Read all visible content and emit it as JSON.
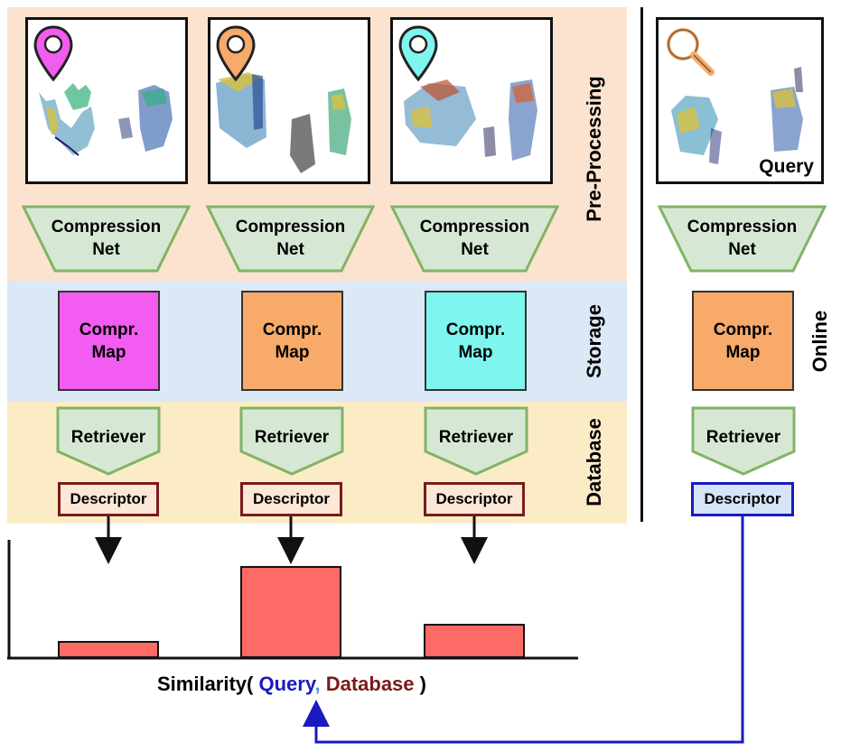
{
  "rows": {
    "preprocessing": "Pre-Processing",
    "storage": "Storage",
    "database": "Database",
    "online": "Online"
  },
  "database_columns": [
    {
      "pin_color": "#f25cf0",
      "net_label_1": "Compression",
      "net_label_2": "Net",
      "map_label_1": "Compr.",
      "map_label_2": "Map",
      "map_color": "#f25cf0",
      "retriever_label": "Retriever",
      "descriptor_label": "Descriptor"
    },
    {
      "pin_color": "#f7aa6a",
      "net_label_1": "Compression",
      "net_label_2": "Net",
      "map_label_1": "Compr.",
      "map_label_2": "Map",
      "map_color": "#f7aa6a",
      "retriever_label": "Retriever",
      "descriptor_label": "Descriptor"
    },
    {
      "pin_color": "#7ff5f0",
      "net_label_1": "Compression",
      "net_label_2": "Net",
      "map_label_1": "Compr.",
      "map_label_2": "Map",
      "map_color": "#7ff5f0",
      "retriever_label": "Retriever",
      "descriptor_label": "Descriptor"
    }
  ],
  "query_column": {
    "scan_label": "Query",
    "net_label_1": "Compression",
    "net_label_2": "Net",
    "map_label_1": "Compr.",
    "map_label_2": "Map",
    "map_color": "#f7aa6a",
    "retriever_label": "Retriever",
    "descriptor_label": "Descriptor"
  },
  "similarity": {
    "prefix": "Similarity(",
    "query": "Query",
    "comma": ",",
    "database": "Database",
    "suffix": ")"
  },
  "similarity_bars": [
    0.17,
    1.0,
    0.36
  ],
  "colors": {
    "net_fill": "#d6e8d4",
    "net_stroke": "#82b366",
    "bar_fill": "#fe6a66",
    "query_arrow": "#1a1ac0"
  }
}
